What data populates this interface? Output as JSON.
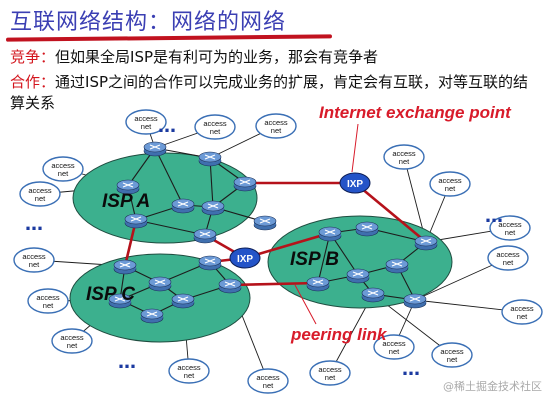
{
  "title": "互联网络结构：网络的网络",
  "competition": {
    "key": "竞争：",
    "text": "但如果全局ISP是有利可为的业务，那会有竞争者"
  },
  "cooperation": {
    "key": "合作：",
    "text": "通过ISP之间的合作可以完成业务的扩展，肯定会有互联，对等互联的结算关系"
  },
  "diagram": {
    "isps": [
      "ISP A",
      "ISP B",
      "ISP C"
    ],
    "ixp_label": "IXP",
    "access_net_label": [
      "access",
      "net"
    ],
    "ellipsis": "…",
    "callouts": {
      "ixp": "Internet exchange point",
      "peering": "peering link"
    },
    "colors": {
      "isp_fill": "#3cb08e",
      "link_red": "#b5121b",
      "ixp_fill": "#2454c8",
      "callout_red": "#d81b2a",
      "router": "#6c9ad6"
    }
  },
  "watermark": "@稀土掘金技术社区"
}
